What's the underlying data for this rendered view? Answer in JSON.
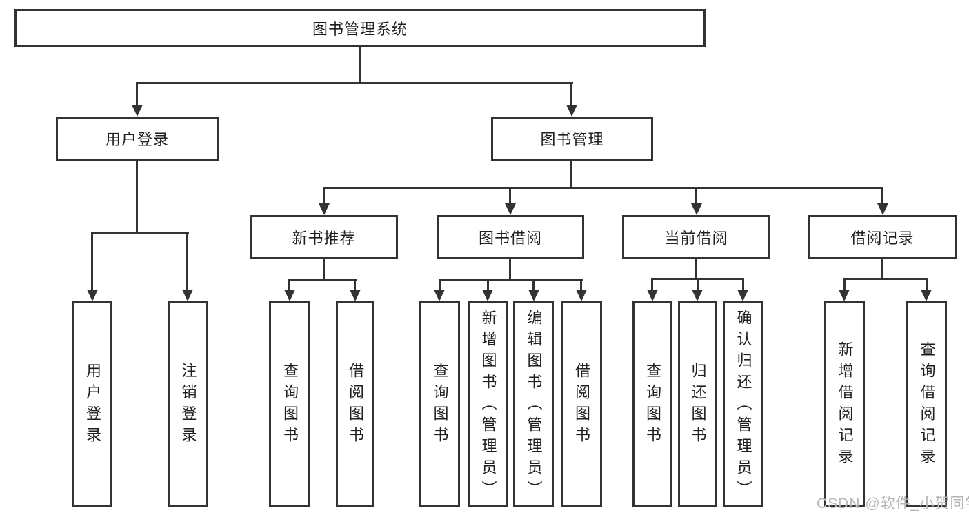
{
  "diagram": {
    "root": {
      "label": "图书管理系统"
    },
    "level2": [
      {
        "label": "用户登录",
        "parent": "图书管理系统"
      },
      {
        "label": "图书管理",
        "parent": "图书管理系统"
      }
    ],
    "level3": [
      {
        "label": "新书推荐",
        "parent": "图书管理"
      },
      {
        "label": "图书借阅",
        "parent": "图书管理"
      },
      {
        "label": "当前借阅",
        "parent": "图书管理"
      },
      {
        "label": "借阅记录",
        "parent": "图书管理"
      }
    ],
    "leaves": [
      {
        "label": "用户登录",
        "parent": "用户登录"
      },
      {
        "label": "注销登录",
        "parent": "用户登录"
      },
      {
        "label": "查询图书",
        "parent": "新书推荐"
      },
      {
        "label": "借阅图书",
        "parent": "新书推荐"
      },
      {
        "label": "查询图书",
        "parent": "图书借阅"
      },
      {
        "label": "新增图书（管理员）",
        "parent": "图书借阅"
      },
      {
        "label": "编辑图书（管理员）",
        "parent": "图书借阅"
      },
      {
        "label": "借阅图书",
        "parent": "图书借阅"
      },
      {
        "label": "查询图书",
        "parent": "当前借阅"
      },
      {
        "label": "归还图书",
        "parent": "当前借阅"
      },
      {
        "label": "确认归还（管理员）",
        "parent": "当前借阅"
      },
      {
        "label": "新增借阅记录",
        "parent": "借阅记录"
      },
      {
        "label": "查询借阅记录",
        "parent": "借阅记录"
      }
    ],
    "colors": {
      "line": "#333333",
      "text": "#1f1f1f",
      "background": "#ffffff",
      "watermark_text": "#b5b5b5"
    }
  },
  "watermark": {
    "text": "CSDN @软件_小贺同学"
  }
}
